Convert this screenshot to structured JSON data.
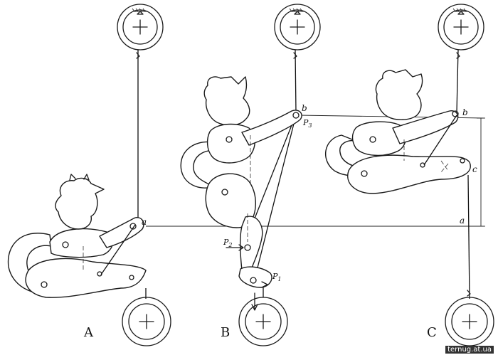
{
  "panels": {
    "a": {
      "letter": "A",
      "point_label": "a"
    },
    "b": {
      "letter": "B",
      "point_b": "b",
      "p1": "P",
      "p1_sub": "1",
      "p2": "P",
      "p2_sub": "2",
      "p3": "P",
      "p3_sub": "3"
    },
    "c": {
      "letter": "C",
      "point_b": "b",
      "point_a": "a",
      "dim_label": "c"
    }
  },
  "watermark": "ternug.at.ua"
}
